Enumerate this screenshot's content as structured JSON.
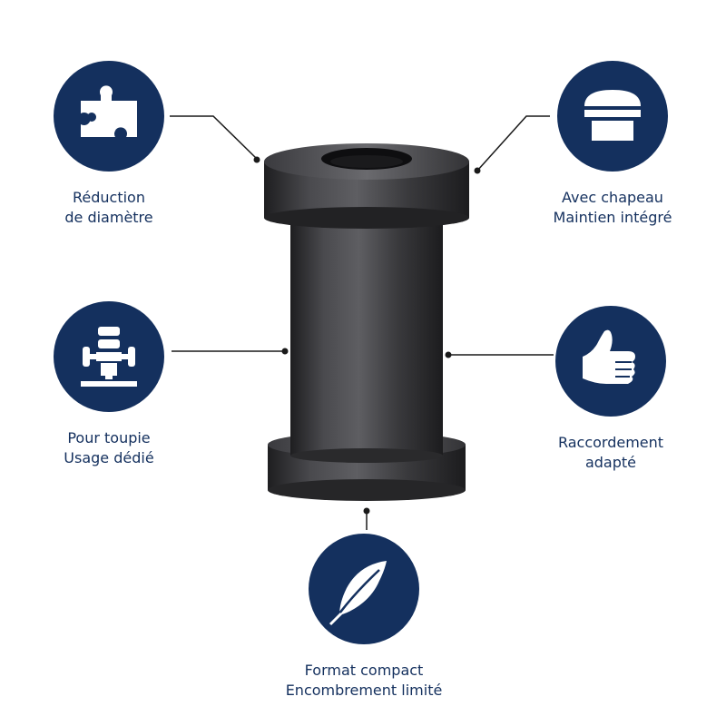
{
  "colors": {
    "brand": "#14305e",
    "product": "#3a3a3d"
  },
  "features": [
    {
      "id": "reduction",
      "icon": "puzzle-icon",
      "lines": [
        "Réduction",
        "de diamètre"
      ]
    },
    {
      "id": "chapeau",
      "icon": "cap-icon",
      "lines": [
        "Avec chapeau",
        "Maintien intégré"
      ]
    },
    {
      "id": "toupie",
      "icon": "router-icon",
      "lines": [
        "Pour toupie",
        "Usage dédié"
      ]
    },
    {
      "id": "raccord",
      "icon": "thumbs-up-icon",
      "lines": [
        "Raccordement",
        "adapté"
      ]
    },
    {
      "id": "compact",
      "icon": "feather-icon",
      "lines": [
        "Format compact",
        "Encombrement limité"
      ]
    }
  ]
}
